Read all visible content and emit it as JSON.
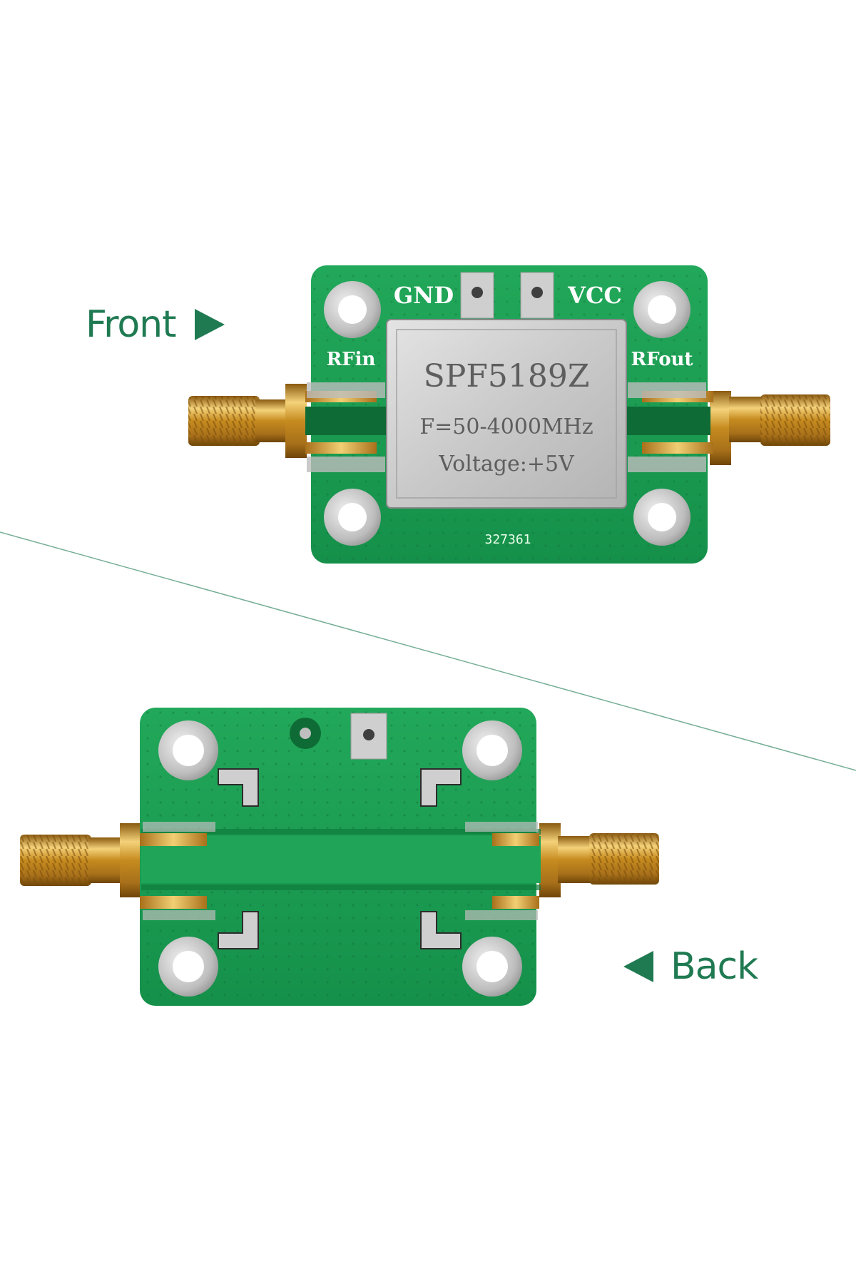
{
  "labels": {
    "front": "Front",
    "back": "Back"
  },
  "silkscreen": {
    "gnd": "GND",
    "vcc": "VCC",
    "rf_in": "RFin",
    "rf_out": "RFout",
    "board_id": "327361"
  },
  "shield": {
    "model": "SPF5189Z",
    "frequency": "F=50-4000MHz",
    "voltage": "Voltage:+5V"
  },
  "colors": {
    "pcb_green": "#179a4c",
    "label_green": "#1f7a52",
    "shield_silver": "#c7c7c7",
    "sma_gold": "#d49a2a",
    "divider_line": "#1f7a52"
  },
  "icons": {
    "front_arrow": "triangle-right",
    "back_arrow": "triangle-left"
  }
}
